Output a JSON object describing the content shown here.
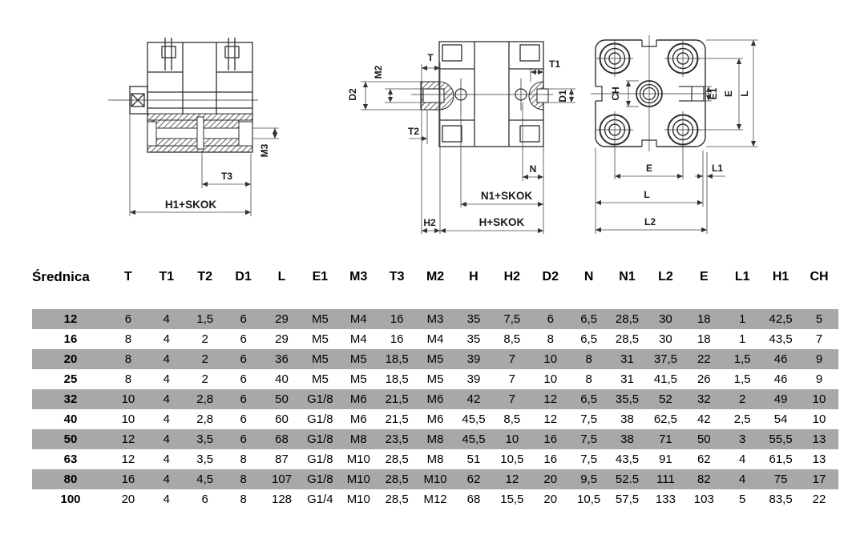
{
  "drawings": {
    "side_section": {
      "labels": {
        "m3": "M3",
        "t3": "T3",
        "h1_skok": "H1+SKOK"
      }
    },
    "port_section": {
      "labels": {
        "t": "T",
        "t1": "T1",
        "m2": "M2",
        "d2": "D2",
        "d1": "D1",
        "t2": "T2",
        "n": "N",
        "n1_skok": "N1+SKOK",
        "h2": "H2",
        "h_skok": "H+SKOK"
      }
    },
    "front_view": {
      "labels": {
        "ch": "CH",
        "e1": "E1",
        "e_right": "E",
        "l_right": "L",
        "e_bottom": "E",
        "l1": "L1",
        "l_bottom": "L",
        "l2": "L2"
      }
    }
  },
  "table": {
    "shaded_color": "#a8a8a8",
    "columns": [
      "Średnica",
      "T",
      "T1",
      "T2",
      "D1",
      "L",
      "E1",
      "M3",
      "T3",
      "M2",
      "H",
      "H2",
      "D2",
      "N",
      "N1",
      "L2",
      "E",
      "L1",
      "H1",
      "CH"
    ],
    "rows": [
      {
        "shaded": true,
        "cells": [
          "12",
          "6",
          "4",
          "1,5",
          "6",
          "29",
          "M5",
          "M4",
          "16",
          "M3",
          "35",
          "7,5",
          "6",
          "6,5",
          "28,5",
          "30",
          "18",
          "1",
          "42,5",
          "5"
        ]
      },
      {
        "shaded": false,
        "cells": [
          "16",
          "8",
          "4",
          "2",
          "6",
          "29",
          "M5",
          "M4",
          "16",
          "M4",
          "35",
          "8,5",
          "8",
          "6,5",
          "28,5",
          "30",
          "18",
          "1",
          "43,5",
          "7"
        ]
      },
      {
        "shaded": true,
        "cells": [
          "20",
          "8",
          "4",
          "2",
          "6",
          "36",
          "M5",
          "M5",
          "18,5",
          "M5",
          "39",
          "7",
          "10",
          "8",
          "31",
          "37,5",
          "22",
          "1,5",
          "46",
          "9"
        ]
      },
      {
        "shaded": false,
        "cells": [
          "25",
          "8",
          "4",
          "2",
          "6",
          "40",
          "M5",
          "M5",
          "18,5",
          "M5",
          "39",
          "7",
          "10",
          "8",
          "31",
          "41,5",
          "26",
          "1,5",
          "46",
          "9"
        ]
      },
      {
        "shaded": true,
        "cells": [
          "32",
          "10",
          "4",
          "2,8",
          "6",
          "50",
          "G1/8",
          "M6",
          "21,5",
          "M6",
          "42",
          "7",
          "12",
          "6,5",
          "35,5",
          "52",
          "32",
          "2",
          "49",
          "10"
        ]
      },
      {
        "shaded": false,
        "cells": [
          "40",
          "10",
          "4",
          "2,8",
          "6",
          "60",
          "G1/8",
          "M6",
          "21,5",
          "M6",
          "45,5",
          "8,5",
          "12",
          "7,5",
          "38",
          "62,5",
          "42",
          "2,5",
          "54",
          "10"
        ]
      },
      {
        "shaded": true,
        "cells": [
          "50",
          "12",
          "4",
          "3,5",
          "6",
          "68",
          "G1/8",
          "M8",
          "23,5",
          "M8",
          "45,5",
          "10",
          "16",
          "7,5",
          "38",
          "71",
          "50",
          "3",
          "55,5",
          "13"
        ]
      },
      {
        "shaded": false,
        "cells": [
          "63",
          "12",
          "4",
          "3,5",
          "8",
          "87",
          "G1/8",
          "M10",
          "28,5",
          "M8",
          "51",
          "10,5",
          "16",
          "7,5",
          "43,5",
          "91",
          "62",
          "4",
          "61,5",
          "13"
        ]
      },
      {
        "shaded": true,
        "cells": [
          "80",
          "16",
          "4",
          "4,5",
          "8",
          "107",
          "G1/8",
          "M10",
          "28,5",
          "M10",
          "62",
          "12",
          "20",
          "9,5",
          "52.5",
          "111",
          "82",
          "4",
          "75",
          "17"
        ]
      },
      {
        "shaded": false,
        "cells": [
          "100",
          "20",
          "4",
          "6",
          "8",
          "128",
          "G1/4",
          "M10",
          "28,5",
          "M12",
          "68",
          "15,5",
          "20",
          "10,5",
          "57,5",
          "133",
          "103",
          "5",
          "83,5",
          "22"
        ]
      }
    ]
  }
}
